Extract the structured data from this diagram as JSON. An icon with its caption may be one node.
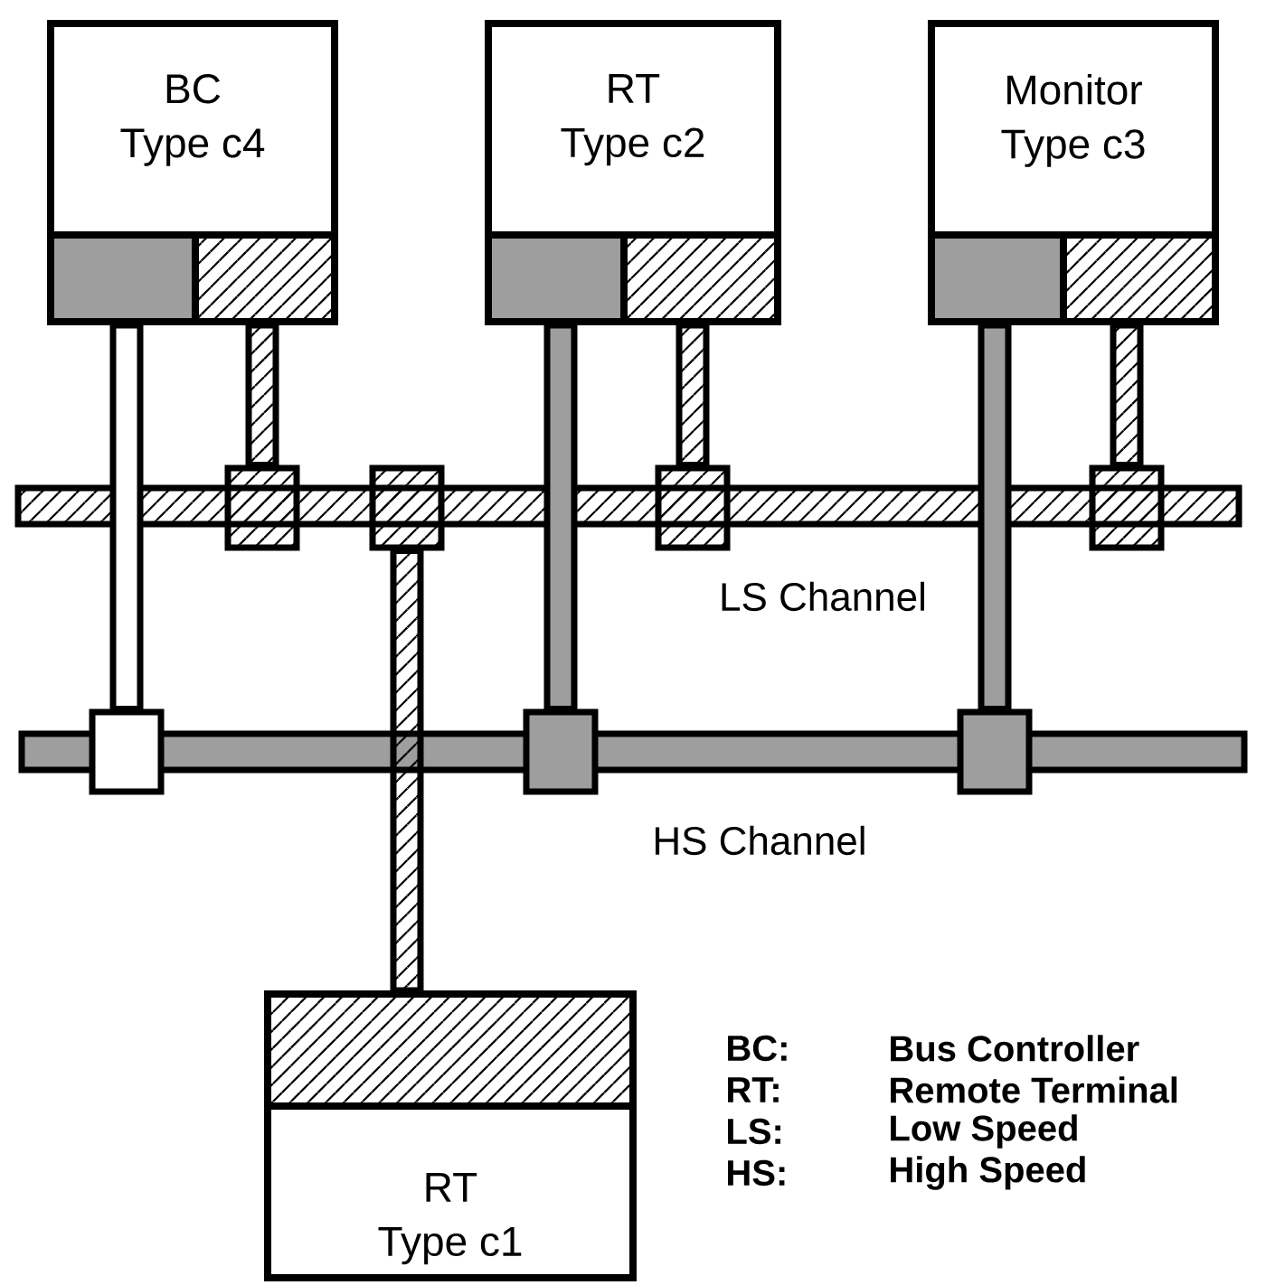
{
  "diagram": {
    "nodes": [
      {
        "text": [
          "BC",
          "Type c4"
        ]
      },
      {
        "text": [
          "RT",
          "Type c2"
        ]
      },
      {
        "text": [
          "Monitor",
          "Type c3"
        ]
      },
      {
        "text": [
          "LS Channel"
        ]
      },
      {
        "text": [],
        "shape": "box"
      },
      {
        "text": [],
        "shape": "box"
      },
      {
        "text": [],
        "shape": "box"
      },
      {
        "text": [],
        "shape": "box"
      },
      {
        "text": [
          "HS Channel"
        ]
      },
      {
        "text": [],
        "shape": "box"
      },
      {
        "text": [],
        "shape": "box"
      },
      {
        "text": [],
        "shape": "box"
      },
      {
        "text": [
          "RT",
          "Type c1"
        ]
      }
    ],
    "edges": [
      {
        "from": 0,
        "to": 4,
        "arrow": "none"
      },
      {
        "from": 0,
        "to": 9,
        "arrow": "none"
      },
      {
        "from": 1,
        "to": 6,
        "arrow": "none"
      },
      {
        "from": 1,
        "to": 10,
        "arrow": "none"
      },
      {
        "from": 2,
        "to": 7,
        "arrow": "none"
      },
      {
        "from": 2,
        "to": 11,
        "arrow": "none"
      },
      {
        "from": 5,
        "to": 12,
        "arrow": "none"
      }
    ],
    "labels": [
      "BC:",
      "Bus Controller",
      "RT:",
      "Remote Terminal",
      "LS:",
      "Low Speed",
      "HS:",
      "High Speed"
    ]
  }
}
